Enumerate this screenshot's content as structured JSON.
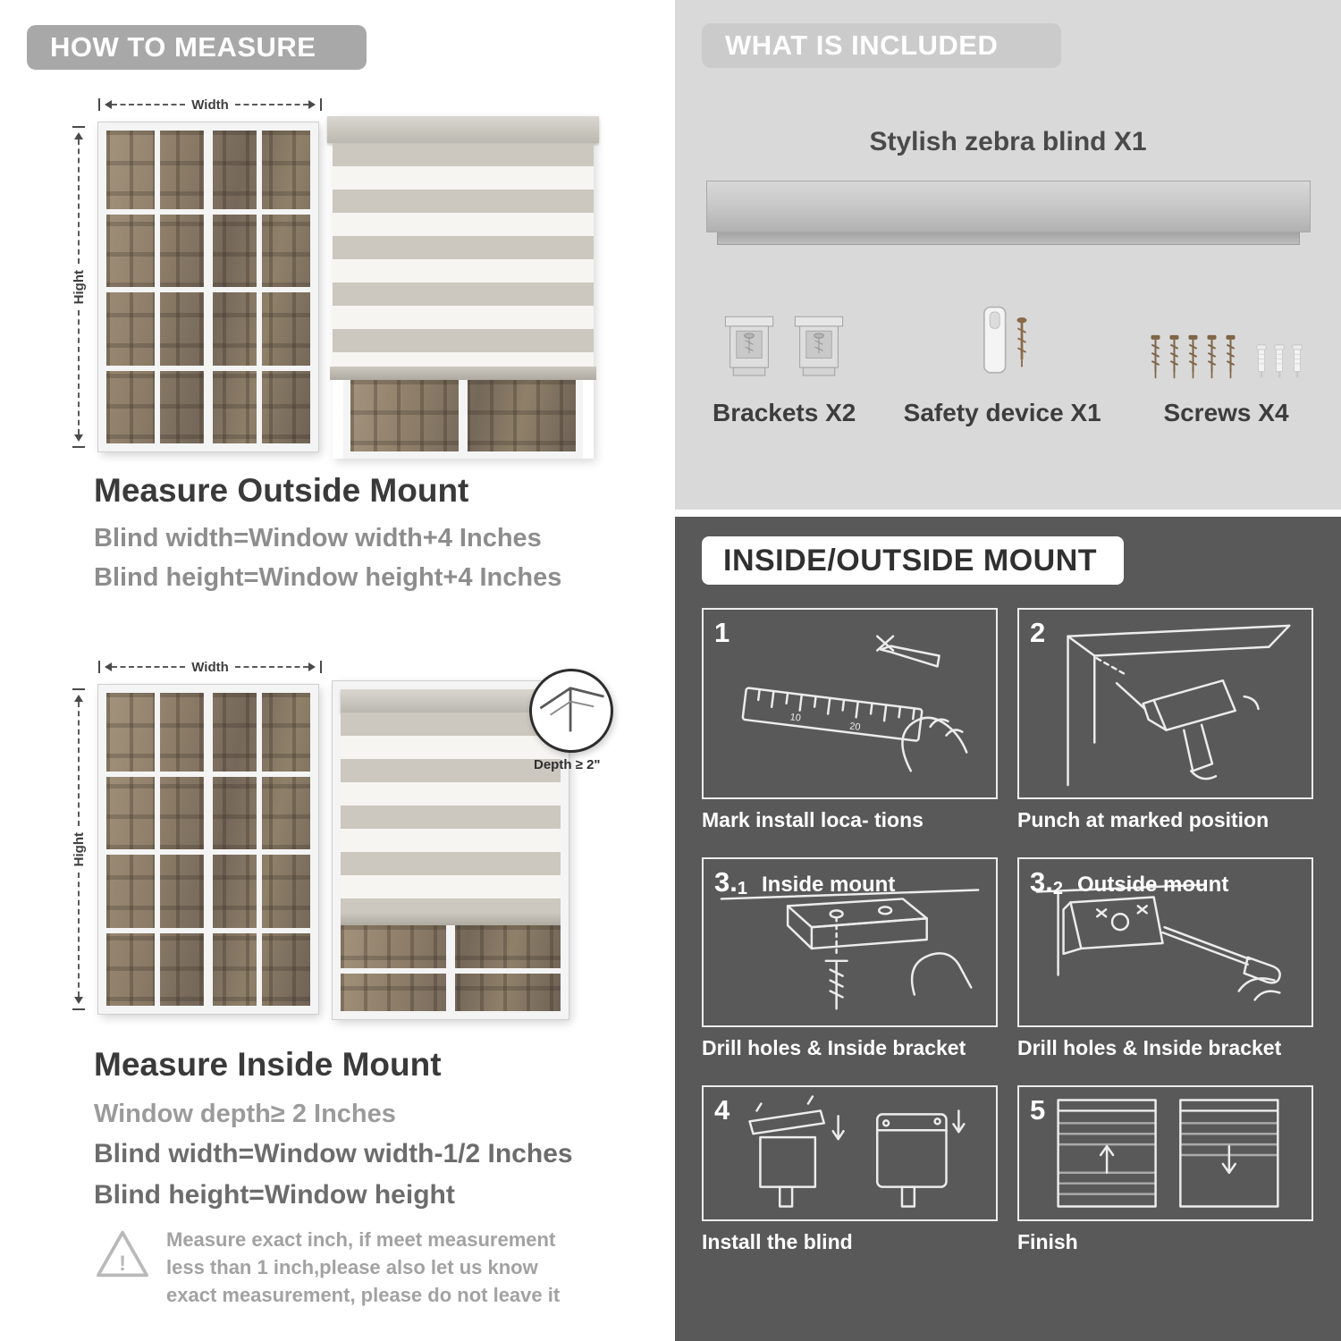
{
  "labels": {
    "width": "Width",
    "height": "Hight",
    "depth": "Depth ≥ 2\""
  },
  "left": {
    "header": "HOW TO MEASURE",
    "outside": {
      "title": "Measure Outside Mount",
      "line1": "Blind width=Window width+4 Inches",
      "line2": "Blind height=Window height+4 Inches"
    },
    "inside": {
      "title": "Measure Inside Mount",
      "line1": "Window depth≥ 2 Inches",
      "line2": "Blind width=Window width-1/2 Inches",
      "line3": "Blind height=Window height"
    },
    "note": "Measure exact inch, if meet measurement less than 1 inch,please also let us know exact measurement, please do not leave it"
  },
  "right": {
    "included": {
      "header": "WHAT IS INCLUDED",
      "blind_label": "Stylish zebra blind X1",
      "items": [
        {
          "label": "Brackets X2"
        },
        {
          "label": "Safety device X1"
        },
        {
          "label": "Screws X4"
        }
      ]
    },
    "mount": {
      "header": "INSIDE/OUTSIDE MOUNT",
      "steps": [
        {
          "num": "1",
          "sub": "",
          "label": "",
          "caption": "Mark install loca- tions",
          "ruler": [
            "10",
            "20"
          ]
        },
        {
          "num": "2",
          "sub": "",
          "label": "",
          "caption": "Punch at  marked position"
        },
        {
          "num": "3.",
          "sub": "1",
          "label": "Inside mount",
          "caption": "Drill holes &  Inside bracket"
        },
        {
          "num": "3.",
          "sub": "2",
          "label": "Outside mount",
          "caption": "Drill holes &  Inside bracket"
        },
        {
          "num": "4",
          "sub": "",
          "label": "",
          "caption": "Install the blind"
        },
        {
          "num": "5",
          "sub": "",
          "label": "",
          "caption": "Finish"
        }
      ]
    }
  }
}
